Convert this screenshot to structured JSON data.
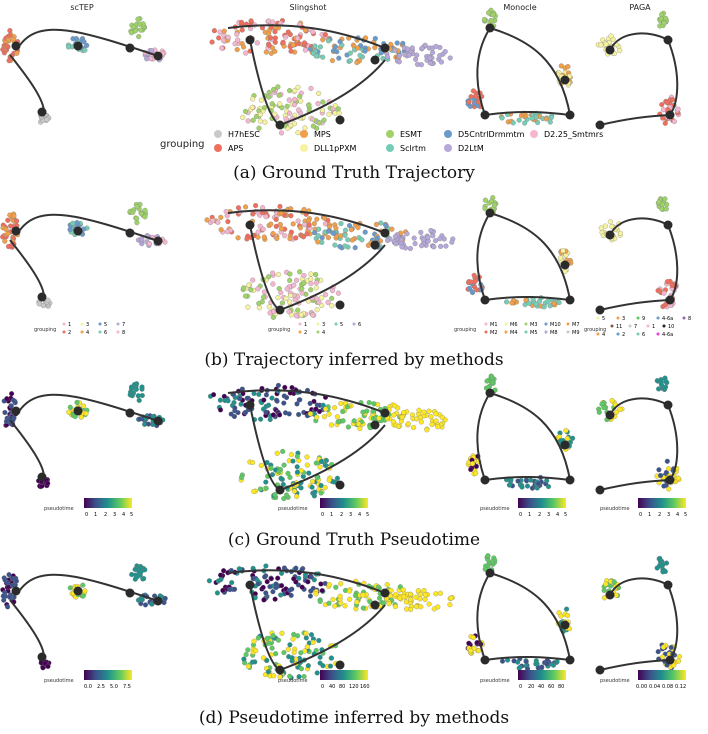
{
  "method_titles": [
    "scTEP",
    "Slingshot",
    "Monocle",
    "PAGA"
  ],
  "captions": {
    "a": "(a) Ground Truth Trajectory",
    "b": "(b) Trajectory inferred by methods",
    "c": "(c) Ground Truth Pseudotime",
    "d": "(d) Pseudotime inferred by methods"
  },
  "legend_gt": {
    "title": "grouping",
    "items": [
      {
        "label": "H7hESC",
        "color": "#c9c9c9"
      },
      {
        "label": "MPS",
        "color": "#f0a04b"
      },
      {
        "label": "ESMT",
        "color": "#9fd36a"
      },
      {
        "label": "D5CntrlDrmmtm",
        "color": "#6a9ac9"
      },
      {
        "label": "D2.25_Smtmrs",
        "color": "#f4b6cf"
      },
      {
        "label": "APS",
        "color": "#ef6f5e"
      },
      {
        "label": "DLL1pPXM",
        "color": "#f6f2a0"
      },
      {
        "label": "Sclrtm",
        "color": "#77ccb6"
      },
      {
        "label": "D2LtM",
        "color": "#b6a8d8"
      }
    ]
  },
  "legend_sctep": {
    "title": "grouping",
    "labels": [
      "1",
      "2",
      "3",
      "4",
      "5",
      "6",
      "7",
      "8"
    ]
  },
  "legend_slingshot": {
    "title": "grouping",
    "labels": [
      "1",
      "2",
      "3",
      "4",
      "5",
      "6"
    ]
  },
  "legend_monocle": {
    "title": "grouping",
    "labels": [
      "M1",
      "M2",
      "M6",
      "M4",
      "M3",
      "M5",
      "M10",
      "M8",
      "M7",
      "M9"
    ]
  },
  "legend_paga": {
    "title": "grouping",
    "labels": [
      "5",
      "11",
      "4",
      "3",
      "7",
      "2",
      "9",
      "1",
      "6",
      "4-6a",
      "10",
      "4-6a",
      "8"
    ]
  },
  "pseudotime": {
    "label": "pseudotime",
    "gt_ticks": [
      "0",
      "1",
      "2",
      "3",
      "4",
      "5"
    ],
    "sctep_ticks": [
      "0.0",
      "2.5",
      "5.0",
      "7.5"
    ],
    "slingshot_ticks": [
      "0",
      "40",
      "80",
      "120",
      "160"
    ],
    "monocle_ticks": [
      "0",
      "20",
      "40",
      "60",
      "80"
    ],
    "paga_ticks": [
      "0.00",
      "0.04",
      "0.08",
      "0.12"
    ]
  },
  "palette": {
    "viridis": [
      "#440154",
      "#3b528b",
      "#21918c",
      "#5ec962",
      "#fde725"
    ],
    "trajectory": "#333333",
    "node": "#2b2b2b"
  }
}
